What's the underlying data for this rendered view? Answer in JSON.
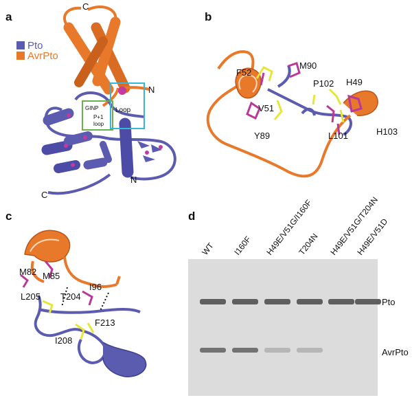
{
  "panels": {
    "a": {
      "label": "a",
      "legend": [
        {
          "name": "Pto",
          "color": "#5b5bb0"
        },
        {
          "name": "AvrPto",
          "color": "#e8782a"
        }
      ],
      "termini": {
        "avr_c": "C",
        "avr_n": "N",
        "pto_c": "C",
        "pto_n": "N"
      },
      "boxes": {
        "ginp": "GINP",
        "p1loop_top": "P+1",
        "p1loop_bottom": "loop",
        "loop": "Loop"
      }
    },
    "b": {
      "label": "b",
      "residues": [
        "F52",
        "M90",
        "P102",
        "H49",
        "V51",
        "Y89",
        "H103",
        "L101"
      ]
    },
    "c": {
      "label": "c",
      "residues": [
        "M82",
        "M85",
        "I96",
        "L205",
        "T204",
        "I208",
        "F213"
      ]
    },
    "d": {
      "label": "d",
      "lanes": [
        "WT",
        "I160F",
        "H49E/V51G/I160F",
        "T204N",
        "H49E/V51G/T204N",
        "H49E/V51D"
      ],
      "band_labels": [
        "Pto",
        "AvrPto"
      ],
      "pto_band_intensity": [
        1.0,
        1.0,
        1.0,
        1.0,
        1.0,
        1.0
      ],
      "avrpto_band_intensity": [
        0.85,
        0.85,
        0.3,
        0.3,
        0.0,
        0.0
      ]
    }
  },
  "colors": {
    "pto": "#5b5bb0",
    "avrpto": "#e8782a",
    "side_pto": "#e6e63a",
    "side_avr": "#b8399a",
    "box_green": "#6ab04c",
    "box_cyan": "#38b6d8",
    "gel_bg": "#dcdcdc",
    "band": "#5f5f5f"
  }
}
